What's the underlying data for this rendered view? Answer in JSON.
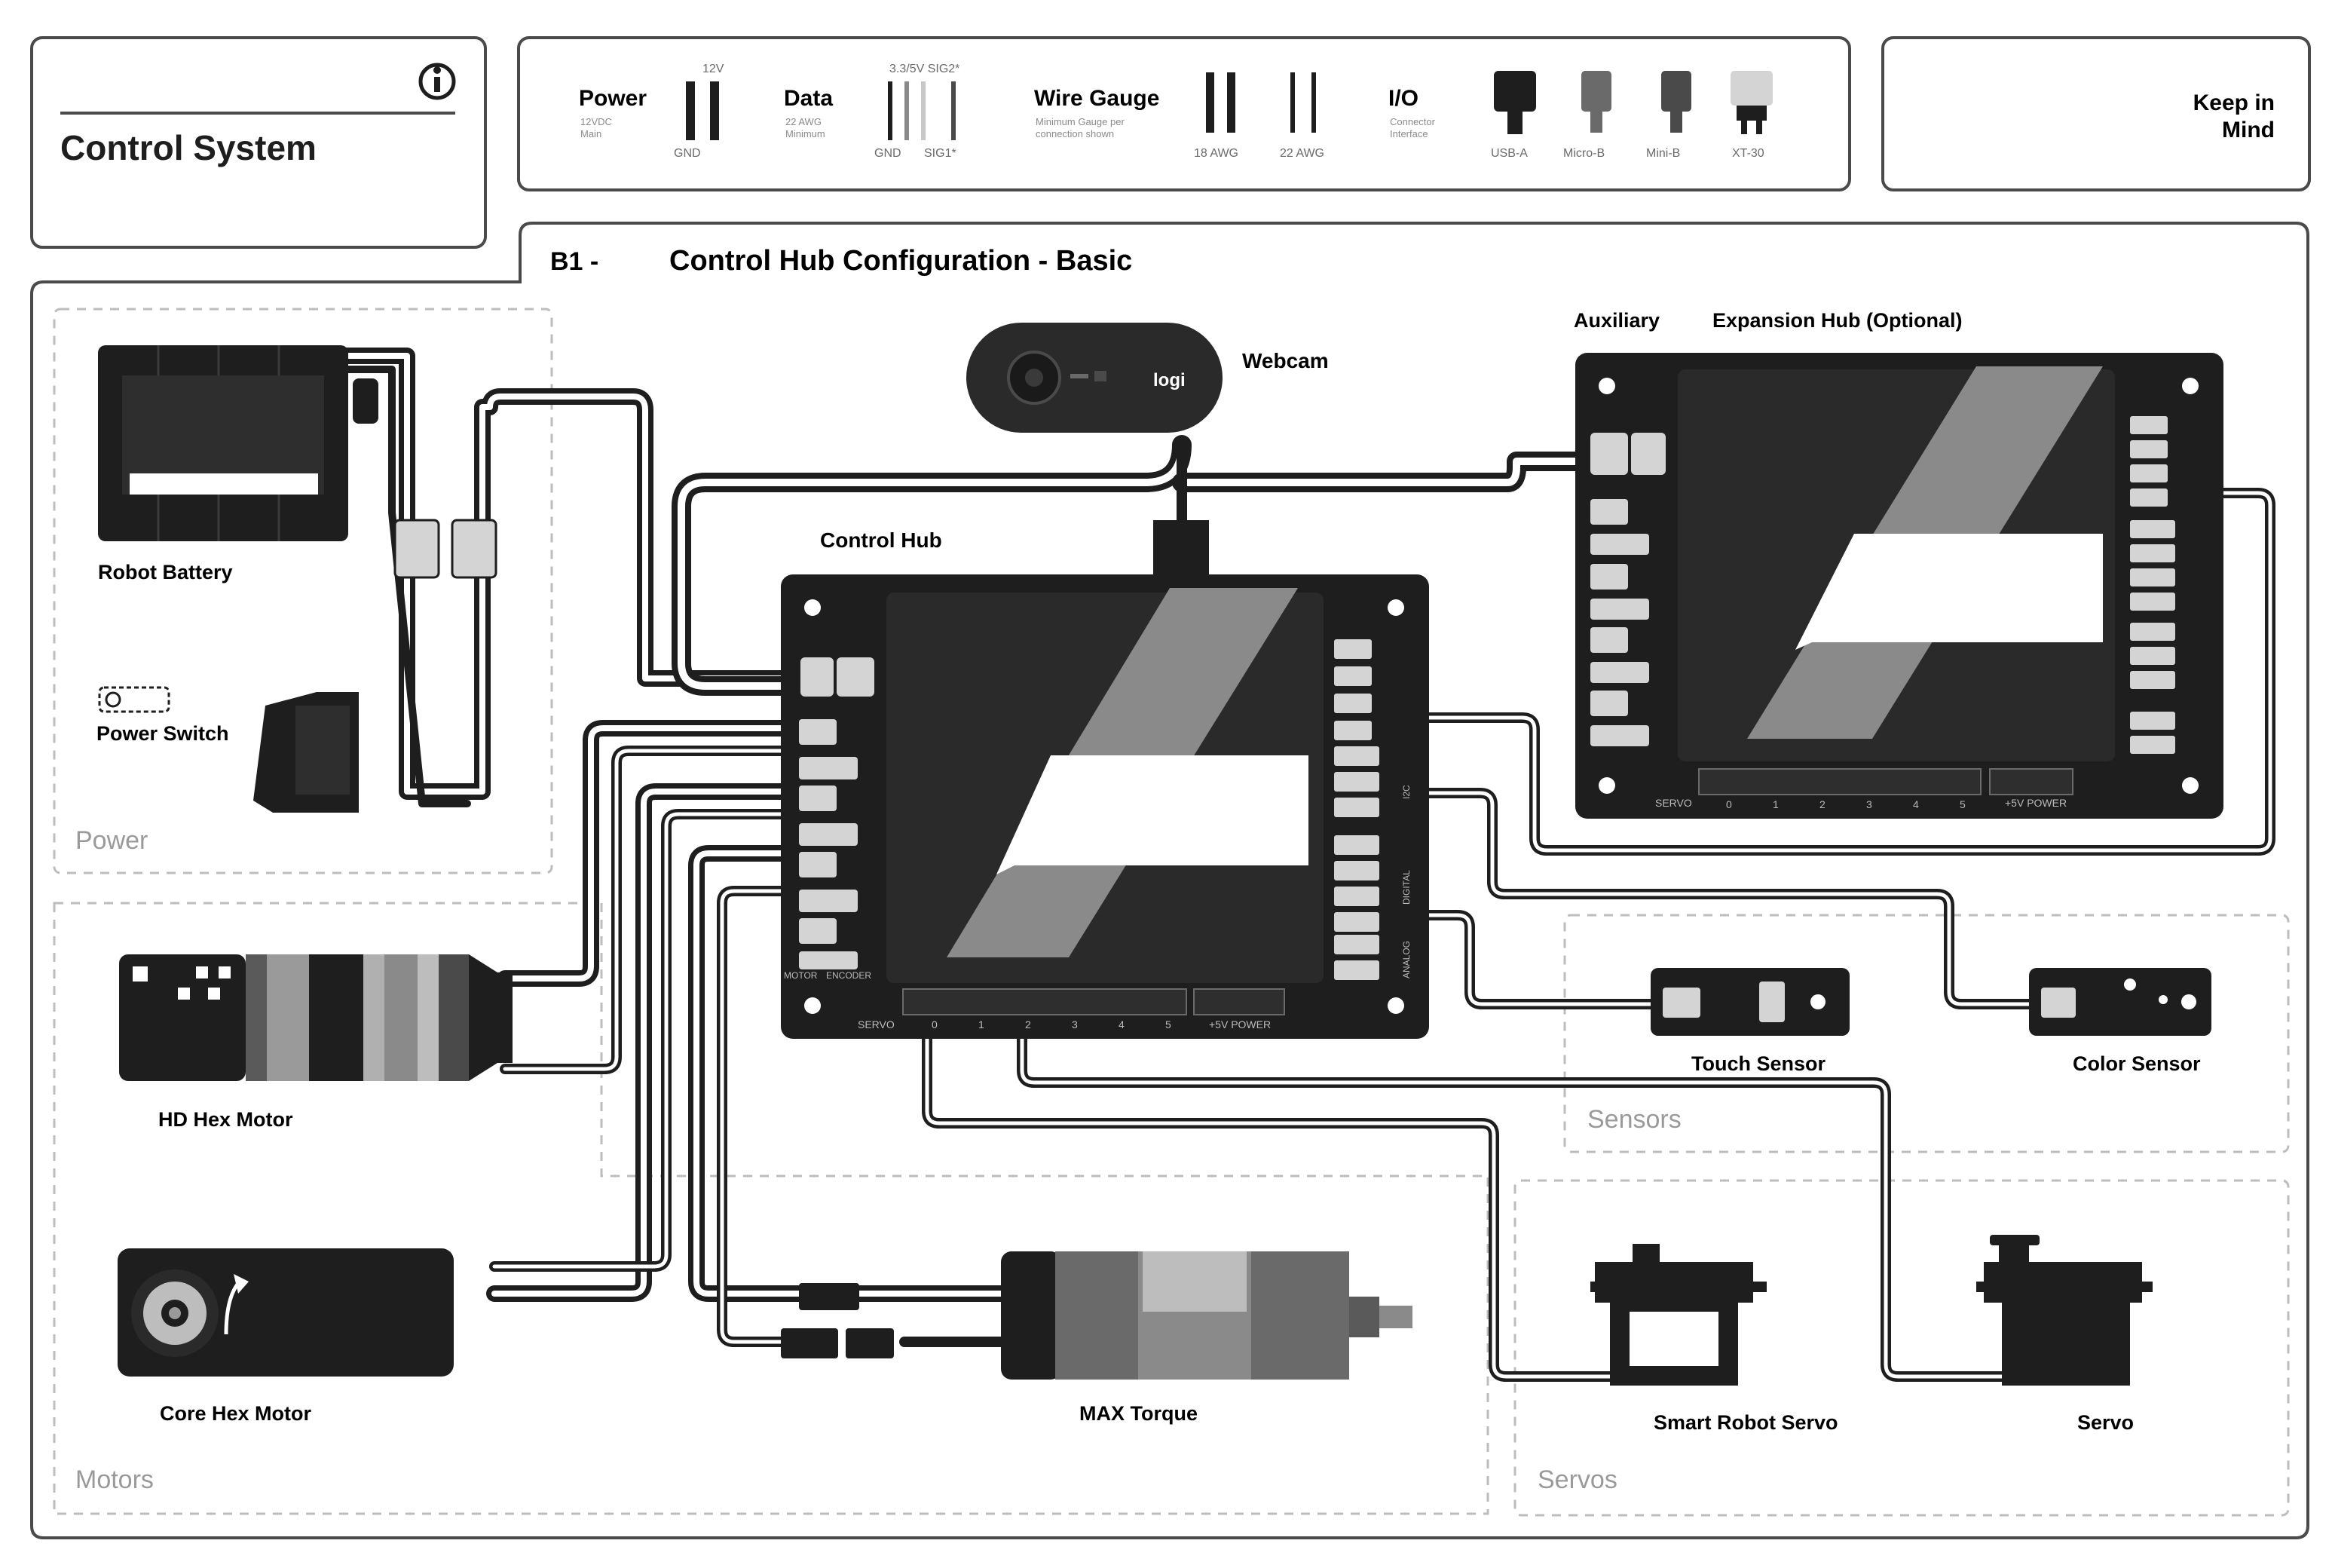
{
  "title_box": {
    "title": "Control System"
  },
  "legend": {
    "power": {
      "label": "Power",
      "sub1": "12VDC",
      "sub2": "Main",
      "top": "12V",
      "bottom": "GND"
    },
    "data": {
      "label": "Data",
      "sub1": "22 AWG",
      "sub2": "Minimum",
      "top": "3.3/5V  SIG2*",
      "bottom_left": "GND",
      "bottom_right": "SIG1*"
    },
    "wire_gauge": {
      "label": "Wire Gauge",
      "sub1": "Minimum Gauge per",
      "sub2": "connection shown",
      "g18": "18 AWG",
      "g22": "22 AWG"
    },
    "io": {
      "label": "I/O",
      "sub1": "Connector",
      "sub2": "Interface",
      "usba": "USB-A",
      "microb": "Micro-B",
      "minib": "Mini-B",
      "xt30": "XT-30"
    }
  },
  "keep_in_mind": {
    "line1": "Keep in",
    "line2": "Mind"
  },
  "main": {
    "prefix": "B1 -",
    "title": "Control Hub Configuration - Basic"
  },
  "groups": {
    "power": "Power",
    "motors": "Motors",
    "sensors": "Sensors",
    "servos": "Servos"
  },
  "components": {
    "robot_battery": "Robot Battery",
    "power_switch": "Power Switch",
    "webcam": "Webcam",
    "webcam_brand": "logi",
    "control_hub": "Control Hub",
    "auxiliary": "Auxiliary",
    "expansion_hub": "Expansion Hub (Optional)",
    "hd_hex_motor": "HD Hex Motor",
    "core_hex_motor": "Core Hex Motor",
    "max_torque": "MAX Torque",
    "touch_sensor": "Touch Sensor",
    "color_sensor": "Color Sensor",
    "smart_robot_servo": "Smart Robot Servo",
    "servo": "Servo"
  },
  "hub_ports": {
    "servo_label": "SERVO",
    "power_label": "+5V POWER",
    "motor_label": "MOTOR",
    "encoder_label": "ENCODER",
    "i2c_label": "I2C",
    "digital_label": "DIGITAL",
    "analog_label": "ANALOG",
    "servo_numbers": [
      "0",
      "1",
      "2",
      "3",
      "4",
      "5"
    ]
  },
  "colors": {
    "ink": "#1e1e1e",
    "board": "#262626",
    "mid": "#8a8a8a",
    "light": "#d4d4d4",
    "frame": "#4a4a4a",
    "dash": "#bdbdbd"
  }
}
